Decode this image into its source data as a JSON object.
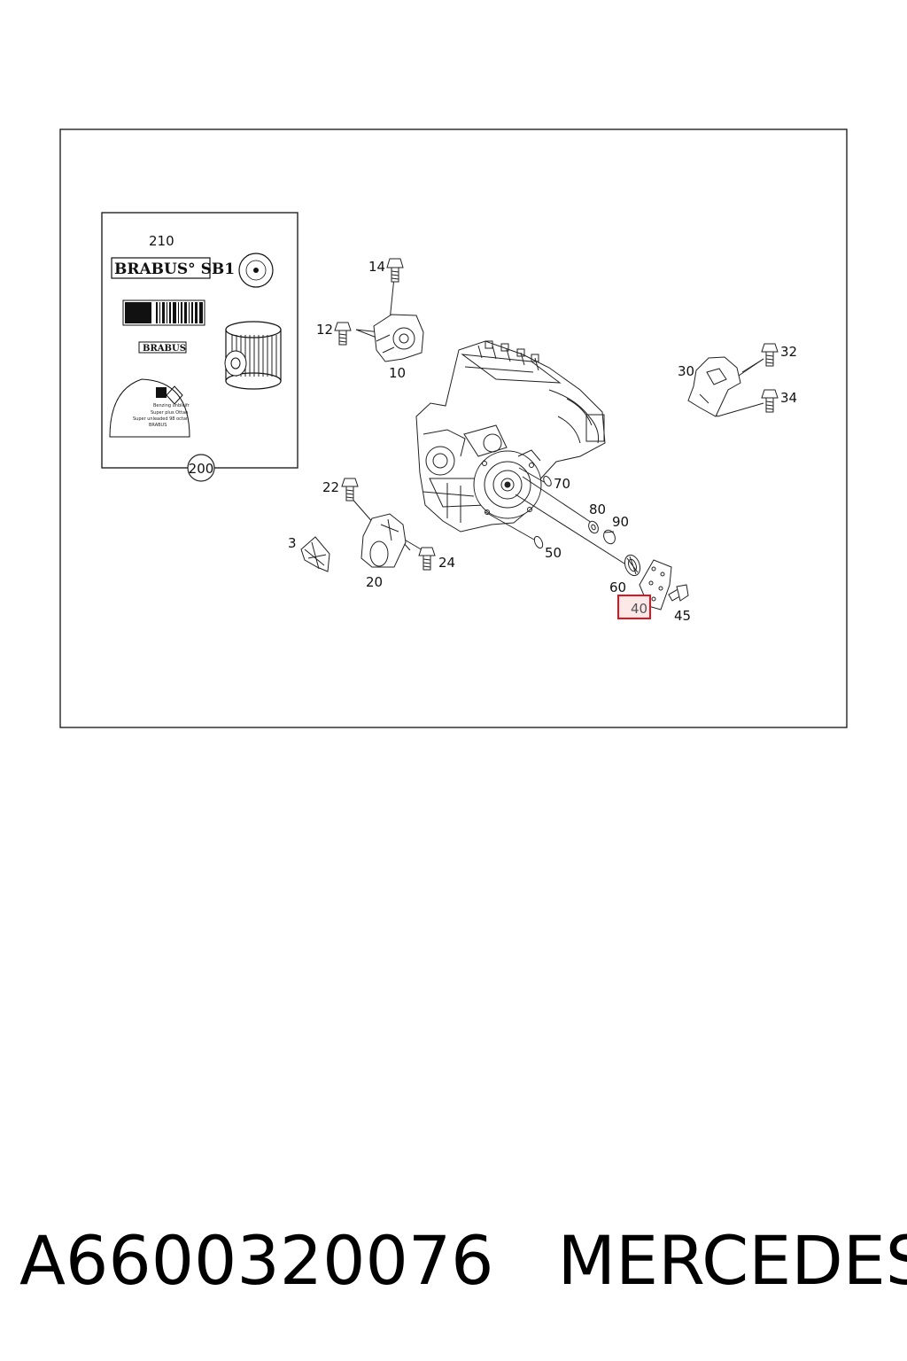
{
  "callouts": {
    "c210": "210",
    "c200": "200",
    "c14": "14",
    "c12": "12",
    "c10": "10",
    "c30": "30",
    "c32": "32",
    "c34": "34",
    "c22": "22",
    "c3": "3",
    "c20": "20",
    "c24": "24",
    "c70": "70",
    "c80": "80",
    "c90": "90",
    "c50": "50",
    "c60": "60",
    "c40": "40",
    "c45": "45"
  },
  "highlighted_callout": "40",
  "highlight_color": "#e0141e",
  "kit_box": {
    "brand_label": "BRABUS° SB1",
    "brand_small": "BRABUS",
    "sticker_line1": "Benzing unbleifr",
    "sticker_line2": "Super plus Ottan",
    "sticker_line3": "Super unleaded 98 octan",
    "sticker_line4": "BRABUS"
  },
  "footer": {
    "part_number": "A6600320076",
    "brand": "MERCEDES"
  }
}
